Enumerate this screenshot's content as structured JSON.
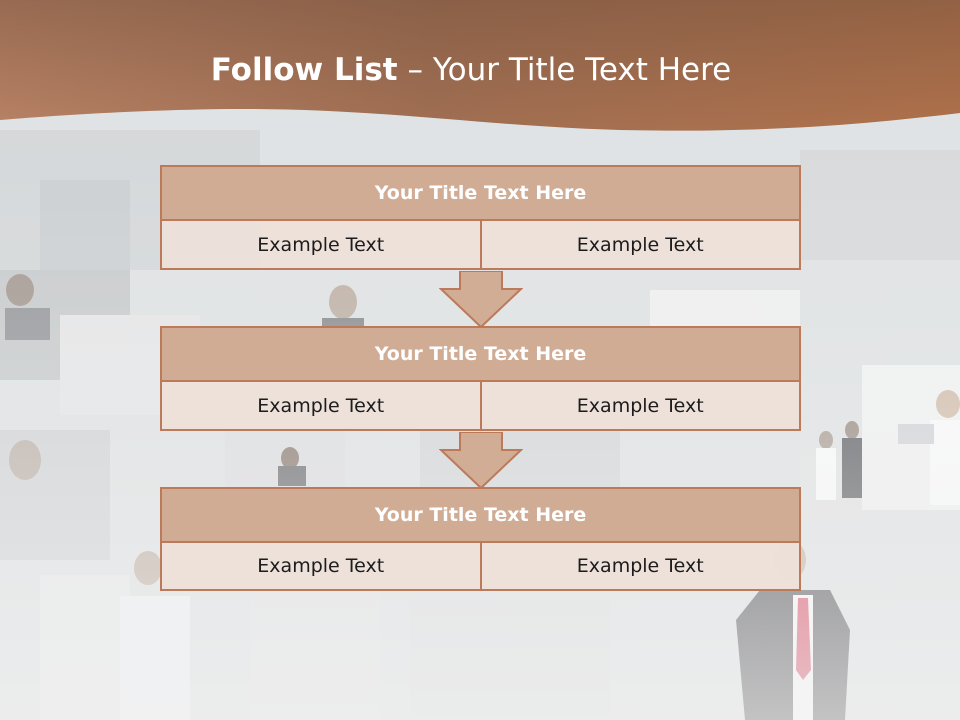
{
  "slide": {
    "title_main": "Follow List",
    "title_separator": "–",
    "title_sub": "Your Title Text Here"
  },
  "steps": [
    {
      "title": "Your Title Text Here",
      "left": "Example Text",
      "right": "Example Text"
    },
    {
      "title": "Your Title Text Here",
      "left": "Example Text",
      "right": "Example Text"
    },
    {
      "title": "Your Title Text Here",
      "left": "Example Text",
      "right": "Example Text"
    }
  ],
  "colors": {
    "header_brown": "#a8704f",
    "block_title_fill": "#d1ac95",
    "block_border": "#bc7a5a",
    "cell_fill": "#ede0d9",
    "arrow_fill": "#d2ad96"
  },
  "icons": [
    "down-arrow-connector",
    "down-arrow-connector"
  ]
}
